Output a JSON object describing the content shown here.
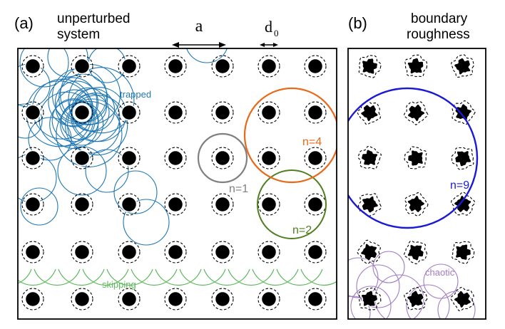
{
  "panel_a": {
    "letter": "(a)",
    "caption_line1": "unperturbed",
    "caption_line2": "system",
    "spacing_label": "a",
    "diameter_label": "d",
    "diameter_subscript": "0",
    "trapped_label": "trapped",
    "skipping_label": "skipping",
    "orbit_n1": "n=1",
    "orbit_n2": "n=2",
    "orbit_n4": "n=4"
  },
  "panel_b": {
    "letter": "(b)",
    "caption_line1": "boundary",
    "caption_line2": "roughness",
    "chaotic_label": "chaotic",
    "orbit_n9": "n=9"
  },
  "colors": {
    "trapped": "#1f77b4",
    "skipping": "#5cb85c",
    "n1": "#808080",
    "n2": "#4f7f1f",
    "n4": "#e8691a",
    "n9": "#1a1ad6",
    "chaotic": "#a07cc5",
    "scatterer": "#000000",
    "scatterer_rim": "#ffffff"
  }
}
